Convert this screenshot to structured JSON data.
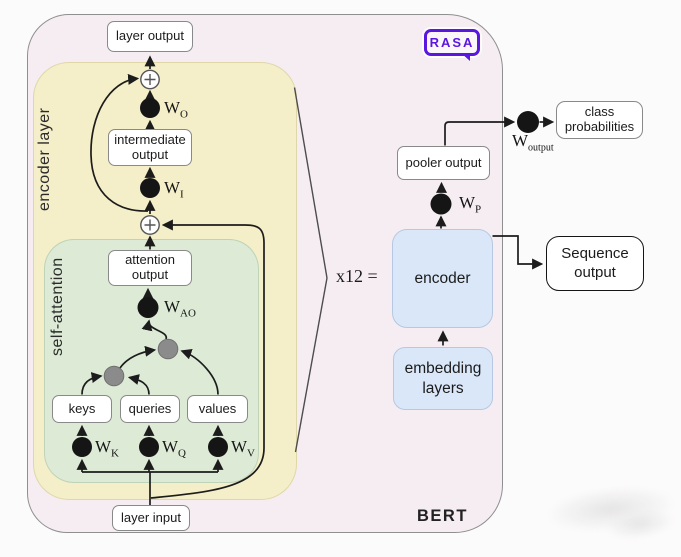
{
  "diagram": {
    "logo": "RASA",
    "bert_label": "BERT",
    "multiplier_label": "x12 =",
    "encoder_layer_label": "encoder layer",
    "self_attention_label": "self-attention",
    "nodes": {
      "layer_output": "layer output",
      "intermediate_output": "intermediate output",
      "attention_output": "attention output",
      "keys": "keys",
      "queries": "queries",
      "values": "values",
      "layer_input": "layer input",
      "encoder": "encoder",
      "embedding_layers": "embedding layers",
      "pooler_output": "pooler output",
      "class_probabilities": "class probabilities",
      "sequence_output": "Sequence output"
    },
    "weights": {
      "wo": {
        "base": "W",
        "sub": "O"
      },
      "wi": {
        "base": "W",
        "sub": "I"
      },
      "wao": {
        "base": "W",
        "sub": "AO"
      },
      "wk": {
        "base": "W",
        "sub": "K"
      },
      "wq": {
        "base": "W",
        "sub": "Q"
      },
      "wv": {
        "base": "W",
        "sub": "V"
      },
      "wp": {
        "base": "W",
        "sub": "P"
      },
      "woutput": {
        "base": "W",
        "sub": "output"
      }
    },
    "colors": {
      "bert_bg": "#f6edf2",
      "encoder_layer_bg": "#f4eec9",
      "self_attention_bg": "#dcead6",
      "blue_node_bg": "#d9e7f8",
      "node_border": "#898989",
      "weight_dot": "#151515",
      "matmul_dot": "#8b8b8b",
      "arrow": "#1c1c1c",
      "rasa_purple": "#5a17e0"
    }
  }
}
